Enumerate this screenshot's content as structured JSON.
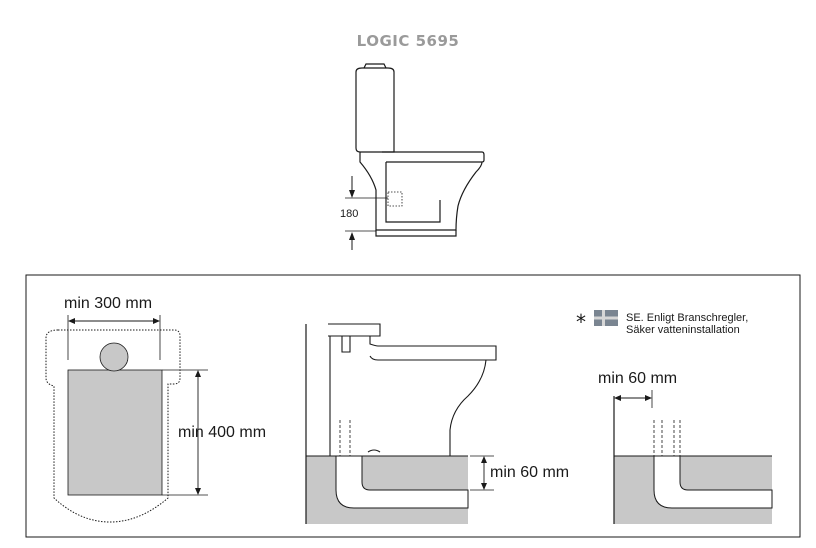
{
  "title": "LOGIC 5695",
  "colors": {
    "title": "#9a9a9a",
    "line": "#1a1a1a",
    "floor_fill": "#c8c8c8",
    "pipe_fill": "#ffffff",
    "flag_blue": "#7a8591",
    "flag_cross": "#d6d6d6"
  },
  "side_view": {
    "dimension_label": "180"
  },
  "details": {
    "plan_width_label": "min 300 mm",
    "plan_depth_label": "min 400 mm",
    "floor_clearance_label": "min 60 mm",
    "wall_clearance_label": "min 60 mm",
    "footnote_marker": "*",
    "footnote_icon": "swedish-flag-icon",
    "footnote_line1": "SE. Enligt Branschregler,",
    "footnote_line2": "Säker vatteninstallation"
  }
}
